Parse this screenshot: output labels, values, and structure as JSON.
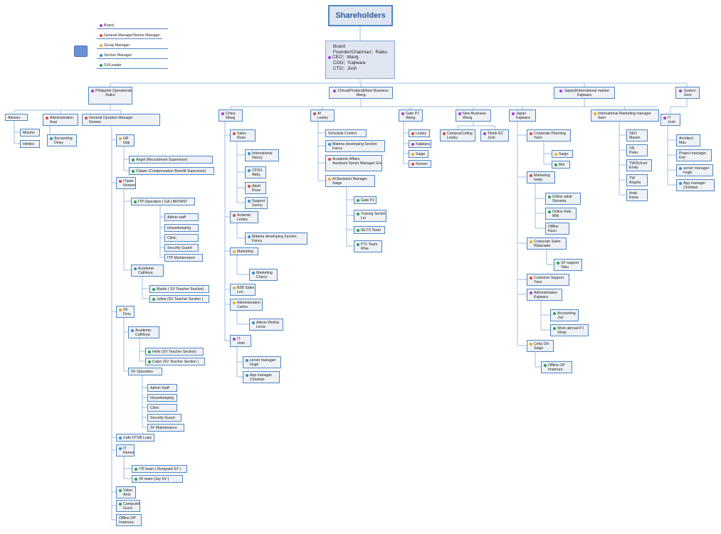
{
  "colors": {
    "board": "#a33bd6",
    "gm": "#e0473a",
    "group": "#f0a81e",
    "section": "#2f8fd6",
    "leader": "#27a34a",
    "line": "#9dbde0",
    "border": "#4e86c4"
  },
  "legend": {
    "items": [
      {
        "label": "Board",
        "role": "board"
      },
      {
        "label": "General Manager/Senior Manager",
        "role": "gm"
      },
      {
        "label": "Group Manager",
        "role": "group"
      },
      {
        "label": "Section Manager",
        "role": "section"
      },
      {
        "label": "SV/Leader",
        "role": "leader"
      }
    ]
  },
  "chart": {
    "shareholders": "Shareholders",
    "board": [
      "Board",
      "Founder/Chairman：Raiko",
      "CEO：Wang",
      "COO：Kajiwara",
      "CTO：Josh"
    ],
    "nodes": [
      {
        "id": "ph",
        "l1": "Philippine Operation&offline",
        "l2": "Raiko",
        "role": "board"
      },
      {
        "id": "cn",
        "l1": "China&Product&New Business",
        "l2": "Wang",
        "role": "board"
      },
      {
        "id": "jp",
        "l1": "Japan&International market",
        "l2": "Kajiwara",
        "role": "board"
      },
      {
        "id": "sys",
        "l1": "System",
        "l2": "Josh",
        "role": "board"
      },
      {
        "id": "adv",
        "l1": "Adviser",
        "l2": "",
        "role": ""
      },
      {
        "id": "mizuho",
        "l1": "Mizuho",
        "l2": "",
        "role": ""
      },
      {
        "id": "himiko",
        "l1": "Himiko",
        "l2": "",
        "role": ""
      },
      {
        "id": "admin",
        "l1": "Administration",
        "l2": "Asai",
        "role": "gm"
      },
      {
        "id": "acct",
        "l1": "Accounting",
        "l2": "Deisy",
        "role": "section"
      },
      {
        "id": "gom",
        "l1": "General Opration Manager",
        "l2": "Noreen",
        "role": "gm"
      },
      {
        "id": "hr",
        "l1": "HR",
        "l2": "Gigi",
        "role": "group"
      },
      {
        "id": "angel",
        "l1": "Angel (Recruitment Supervisor)",
        "l2": "",
        "role": "leader"
      },
      {
        "id": "cdawn",
        "l1": "Cdawn (Compensation Benefit Supervisor)",
        "l2": "",
        "role": "leader"
      },
      {
        "id": "itpark",
        "l1": "ITpark",
        "l2": "Noreen",
        "role": "gm"
      },
      {
        "id": "itpop",
        "l1": "ITP Operation ( GA ) BRYANT",
        "l2": "",
        "role": "leader"
      },
      {
        "id": "ia1",
        "l1": "Admin staff",
        "l2": "",
        "role": ""
      },
      {
        "id": "ia2",
        "l1": "Housekeeping",
        "l2": "",
        "role": ""
      },
      {
        "id": "ia3",
        "l1": "Clinic",
        "l2": "",
        "role": ""
      },
      {
        "id": "ia4",
        "l1": "Security Guard",
        "l2": "",
        "role": ""
      },
      {
        "id": "ia5",
        "l1": "ITP Maintenance",
        "l2": "",
        "role": ""
      },
      {
        "id": "acad1",
        "l1": "Academic",
        "l2": "Cathleya",
        "role": "section"
      },
      {
        "id": "martin",
        "l1": "Martin ( SV Teacher Section)",
        "l2": "",
        "role": "leader"
      },
      {
        "id": "juline",
        "l1": "Juline (SV Teacher Section )",
        "l2": "",
        "role": "leader"
      },
      {
        "id": "sf",
        "l1": "SF",
        "l2": "Dory",
        "role": "group"
      },
      {
        "id": "acad2",
        "l1": "Academic",
        "l2": "Cathleya",
        "role": "section"
      },
      {
        "id": "helix",
        "l1": "Helix (SV Teacher Section)",
        "l2": "",
        "role": "leader"
      },
      {
        "id": "calyn",
        "l1": "Calyn (SV Teacher Section )",
        "l2": "",
        "role": "leader"
      },
      {
        "id": "sfop",
        "l1": "SF Operation",
        "l2": "",
        "role": ""
      },
      {
        "id": "sa1",
        "l1": "Admin Staff",
        "l2": "",
        "role": ""
      },
      {
        "id": "sa2",
        "l1": "Housekeeping",
        "l2": "",
        "role": ""
      },
      {
        "id": "sa3",
        "l1": "Clinic",
        "l2": "",
        "role": ""
      },
      {
        "id": "sa4",
        "l1": "Security Guard",
        "l2": "",
        "role": ""
      },
      {
        "id": "sa5",
        "l1": "SF Maintenance",
        "l2": "",
        "role": ""
      },
      {
        "id": "cafe",
        "l1": "Cafe OTSB Luisy",
        "l2": "",
        "role": "section"
      },
      {
        "id": "itr",
        "l1": "IT",
        "l2": "Renren",
        "role": "section"
      },
      {
        "id": "itpt",
        "l1": "ITP team ( Resigned SV )",
        "l2": "",
        "role": "leader"
      },
      {
        "id": "sft",
        "l1": "SF team (Jay SV )",
        "l2": "",
        "role": "leader"
      },
      {
        "id": "video",
        "l1": "Video",
        "l2": "Amir",
        "role": "leader"
      },
      {
        "id": "camp",
        "l1": "Campuskid",
        "l2": "Gucci",
        "role": "leader"
      },
      {
        "id": "offop1",
        "l1": "Offline OP",
        "l2": "Imamura",
        "role": ""
      },
      {
        "id": "china",
        "l1": "China",
        "l2": "Wang",
        "role": "board"
      },
      {
        "id": "sales",
        "l1": "Sales",
        "l2": "Rose",
        "role": "gm"
      },
      {
        "id": "intl",
        "l1": "International",
        "l2": "Nancy",
        "role": "section"
      },
      {
        "id": "cpzh",
        "l1": "CPZH",
        "l2": "Abby",
        "role": "section"
      },
      {
        "id": "adult",
        "l1": "Adult",
        "l2": "Rose",
        "role": "gm"
      },
      {
        "id": "supp",
        "l1": "Support",
        "l2": "Sunny",
        "role": "section"
      },
      {
        "id": "acadl",
        "l1": "Acdemic",
        "l2": "Lesley",
        "role": "gm"
      },
      {
        "id": "mds1",
        "l1": "Materia developing Section",
        "l2": "Fancy",
        "role": "section"
      },
      {
        "id": "mkt",
        "l1": "Marketing",
        "l2": "",
        "role": "group"
      },
      {
        "id": "mktc",
        "l1": "Marketing",
        "l2": "Cherry",
        "role": "section"
      },
      {
        "id": "b2b",
        "l1": "B2B Sales",
        "l2": "Leo",
        "role": "group"
      },
      {
        "id": "adm2",
        "l1": "Administration",
        "l2": "Carlos",
        "role": "group"
      },
      {
        "id": "admw",
        "l1": "Admin Weihai",
        "l2": "Linna",
        "role": "section"
      },
      {
        "id": "itj",
        "l1": "IT",
        "l2": "Josh",
        "role": "board"
      },
      {
        "id": "srvh1",
        "l1": "server manager",
        "l2": "Hugh",
        "role": "section"
      },
      {
        "id": "appc1",
        "l1": "App manager",
        "l2": "Christian",
        "role": "section"
      },
      {
        "id": "ai",
        "l1": "AI",
        "l2": "Lesley",
        "role": "gm"
      },
      {
        "id": "sched",
        "l1": "Schedule Control",
        "l2": "",
        "role": ""
      },
      {
        "id": "mds2",
        "l1": "Materia developing Section",
        "l2": "Fancy",
        "role": "section"
      },
      {
        "id": "acaf",
        "l1": "Academic Affairs",
        "l2": "Assistant Senior Manager Grizel",
        "role": "gm"
      },
      {
        "id": "aiasst",
        "l1": "AI Assistant Manager",
        "l2": "Saige",
        "role": "group"
      },
      {
        "id": "gpj",
        "l1": "Gate PJ",
        "l2": "",
        "role": "leader"
      },
      {
        "id": "train",
        "l1": "Traning Section",
        "l2": "Lei",
        "role": "leader"
      },
      {
        "id": "ielts",
        "l1": "IELTS Team",
        "l2": "",
        "role": "leader"
      },
      {
        "id": "ptl",
        "l1": "PTL Team",
        "l2": "Rhia",
        "role": "leader"
      },
      {
        "id": "gatepj",
        "l1": "Gate PJ",
        "l2": "Wang",
        "role": "board"
      },
      {
        "id": "g1",
        "l1": "Lesley",
        "l2": "",
        "role": "gm"
      },
      {
        "id": "g2",
        "l1": "Kajiwara",
        "l2": "",
        "role": "board"
      },
      {
        "id": "g3",
        "l1": "Saige",
        "l2": "",
        "role": "group"
      },
      {
        "id": "g4",
        "l1": "Noreen",
        "l2": "",
        "role": "gm"
      },
      {
        "id": "nb",
        "l1": "New Business",
        "l2": "Wang",
        "role": "board"
      },
      {
        "id": "ccode",
        "l1": "CampusCoding",
        "l2": "Lesley",
        "role": "gm"
      },
      {
        "id": "tiktok",
        "l1": "Tiktok EC",
        "l2": "Josh",
        "role": "board"
      },
      {
        "id": "japan",
        "l1": "Japan",
        "l2": "Kajiwara",
        "role": "board"
      },
      {
        "id": "corpp",
        "l1": "Corporate Planning",
        "l2": "Yano",
        "role": "gm"
      },
      {
        "id": "saigo",
        "l1": "Saigo",
        "l2": "",
        "role": "group"
      },
      {
        "id": "mei",
        "l1": "Mei",
        "l2": "",
        "role": "leader"
      },
      {
        "id": "mkti",
        "l1": "Marketing",
        "l2": "Iwaia",
        "role": "gm"
      },
      {
        "id": "onla",
        "l1": "Online adult",
        "l2": "Shiranta",
        "role": "leader"
      },
      {
        "id": "onlk",
        "l1": "Online Kids",
        "l2": "Miki",
        "role": "leader"
      },
      {
        "id": "offk",
        "l1": "Offline",
        "l2": "Kazu",
        "role": ""
      },
      {
        "id": "corps",
        "l1": "Corporate Sales",
        "l2": "Watanabe",
        "role": "group"
      },
      {
        "id": "sfsup",
        "l1": "SF support",
        "l2": "Taku",
        "role": "leader"
      },
      {
        "id": "custs",
        "l1": "Customer Support",
        "l2": "Yano",
        "role": "gm"
      },
      {
        "id": "admk",
        "l1": "Administration",
        "l2": "Kajiwara",
        "role": "board"
      },
      {
        "id": "accj",
        "l1": "Accounting",
        "l2": "Juri",
        "role": "leader"
      },
      {
        "id": "wab",
        "l1": "Work abroad PJ",
        "l2": "Shinji",
        "role": "leader"
      },
      {
        "id": "cebu",
        "l1": "Cebu Div",
        "l2": "Saigo",
        "role": "group"
      },
      {
        "id": "offop2",
        "l1": "Offline OP",
        "l2": "Imamura",
        "role": "leader"
      },
      {
        "id": "imm",
        "l1": "International Marketing manager",
        "l2": "Sam",
        "role": "group"
      },
      {
        "id": "seo",
        "l1": "SEO",
        "l2": "Masen",
        "role": ""
      },
      {
        "id": "vn",
        "l1": "VN",
        "l2": "Peter",
        "role": ""
      },
      {
        "id": "tws",
        "l1": "TW/School",
        "l2": "Emily",
        "role": ""
      },
      {
        "id": "tw",
        "l1": "TW",
        "l2": "Angela",
        "role": ""
      },
      {
        "id": "arab",
        "l1": "Arab",
        "l2": "Eissa",
        "role": ""
      },
      {
        "id": "itsys",
        "l1": "IT",
        "l2": "Josh",
        "role": "board"
      },
      {
        "id": "arch",
        "l1": "Architect",
        "l2": "Max",
        "role": ""
      },
      {
        "id": "pm",
        "l1": "Project manager",
        "l2": "Kim",
        "role": ""
      },
      {
        "id": "srvh2",
        "l1": "server manager",
        "l2": "Hugh",
        "role": "section"
      },
      {
        "id": "appc2",
        "l1": "App manager",
        "l2": "Christian",
        "role": "section"
      }
    ]
  }
}
